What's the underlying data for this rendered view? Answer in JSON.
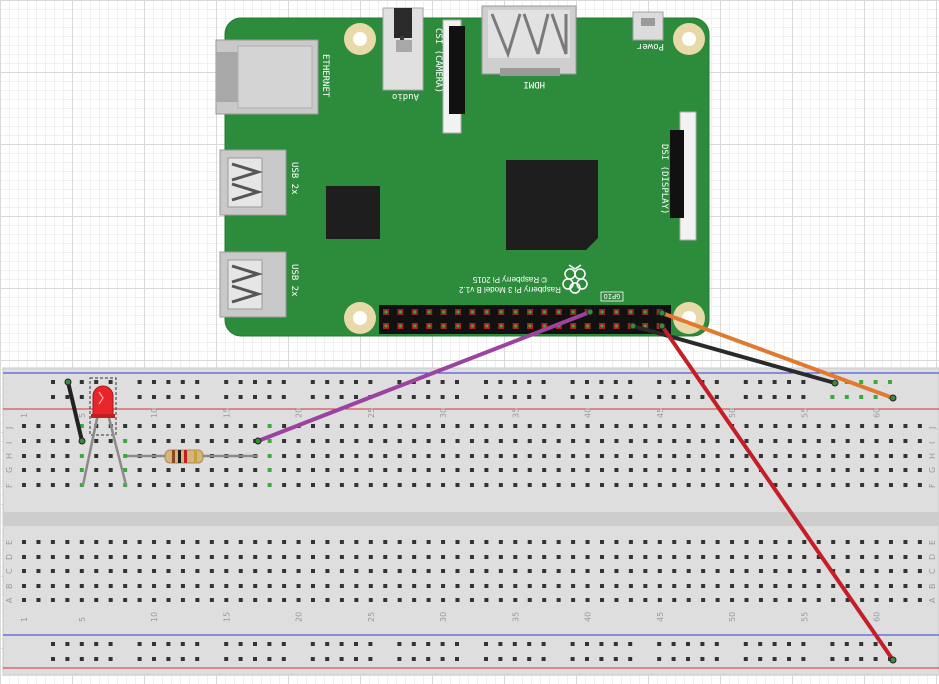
{
  "board": {
    "ethernet_label": "ETHERNET",
    "usb_label_1": "USB 2x",
    "usb_label_2": "USB 2x",
    "audio_label": "Audio",
    "csi_label": "CSI (CAMERA)",
    "hdmi_label": "HDMI",
    "power_label": "Power",
    "dsi_label": "DSI (DISPLAY)",
    "model_line1": "Raspberry Pi 3 Model B v1.2",
    "model_line2": "© Raspberry Pi 2015",
    "gpio_label": "GPIO"
  },
  "breadboard": {
    "row_letters_top": [
      "J",
      "I",
      "H",
      "G",
      "F"
    ],
    "row_letters_bottom": [
      "E",
      "D",
      "C",
      "B",
      "A"
    ],
    "column_numbers": [
      "1",
      "5",
      "10",
      "15",
      "20",
      "25",
      "30",
      "35",
      "40",
      "45",
      "50",
      "55",
      "60"
    ]
  },
  "colors": {
    "pcb": "#2d8c3c",
    "wire_purple": "#9c42a0",
    "wire_black": "#333333",
    "wire_orange": "#e07a30",
    "wire_red": "#c41e28",
    "led": "#e8262a"
  }
}
